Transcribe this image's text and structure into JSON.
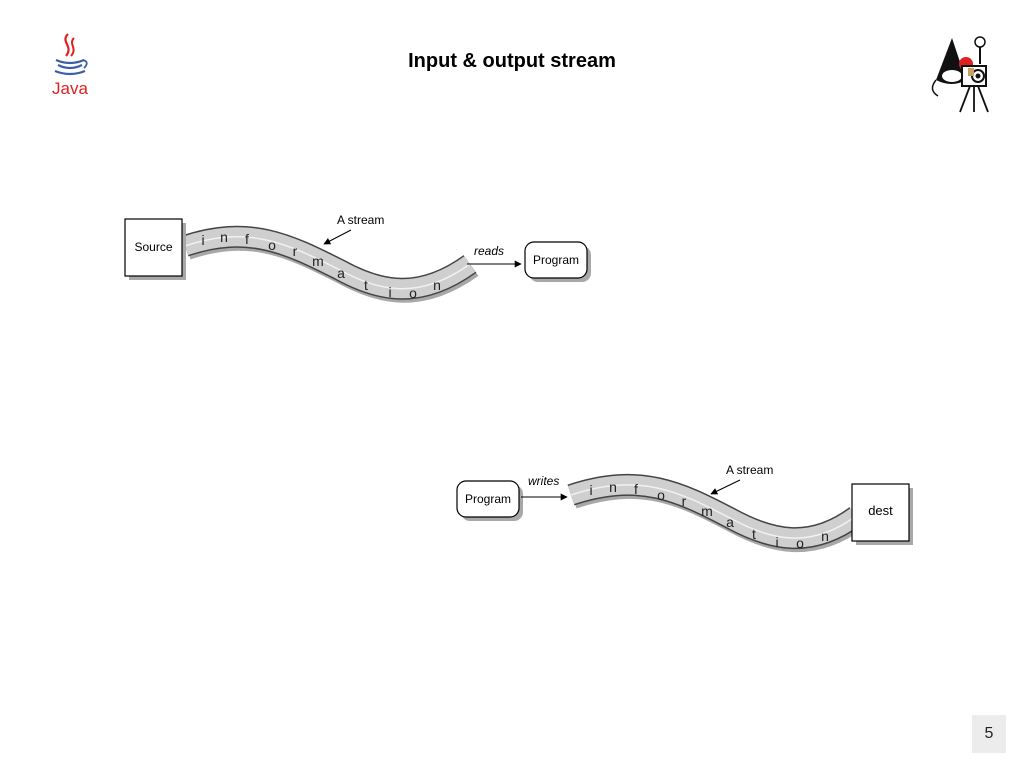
{
  "title": "Input & output stream",
  "page_number": "5",
  "logos": {
    "left": "Java",
    "right_icon": "duke-camera-icon"
  },
  "input_diagram": {
    "source_label": "Source",
    "program_label": "Program",
    "arrow_label": "reads",
    "stream_label": "A stream",
    "letters": [
      "i",
      "n",
      "f",
      "o",
      "r",
      "m",
      "a",
      "t",
      "i",
      "o",
      "n"
    ]
  },
  "output_diagram": {
    "program_label": "Program",
    "dest_label": "dest",
    "arrow_label": "writes",
    "stream_label": "A stream",
    "letters": [
      "i",
      "n",
      "f",
      "o",
      "r",
      "m",
      "a",
      "t",
      "i",
      "o",
      "n"
    ]
  },
  "colors": {
    "ribbon": "#cfcfcf",
    "shadow": "#a8a8a8"
  }
}
